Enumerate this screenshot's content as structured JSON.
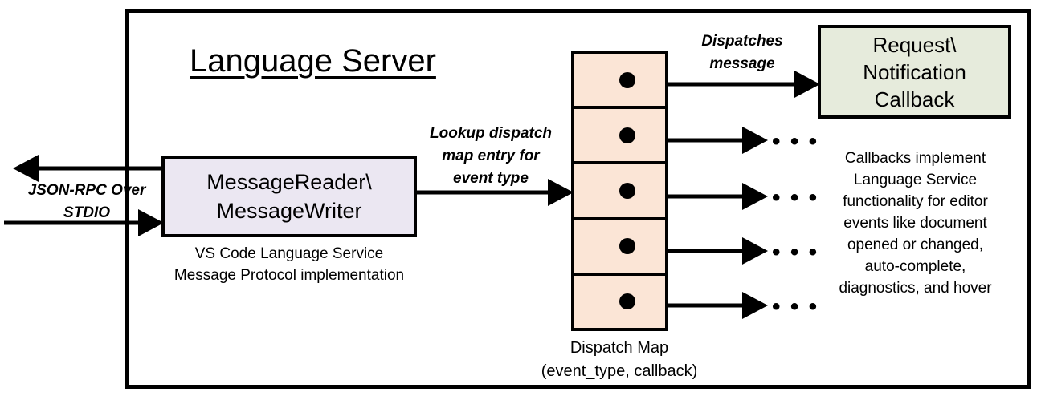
{
  "diagram": {
    "title": "Language Server",
    "external_io": {
      "label": "JSON-RPC\nOver STDIO",
      "outbound_arrow": "arrow-out-left",
      "inbound_arrow": "arrow-in-right"
    },
    "message_rw": {
      "label": "MessageReader\\\nMessageWriter",
      "caption": "VS Code Language Service\nMessage Protocol implementation",
      "fill": "#ebe7f2",
      "stroke": "#000000"
    },
    "lookup_label": "Lookup dispatch\nmap entry for\nevent type",
    "dispatch_map": {
      "caption": "Dispatch Map\n(event_type, callback)",
      "fill": "#fbe5d6",
      "stroke": "#000000",
      "row_count": 5,
      "rows": [
        {
          "index": 1,
          "target": "callback-box",
          "ellipsis": ""
        },
        {
          "index": 2,
          "target": "ellipsis",
          "ellipsis": "• • •"
        },
        {
          "index": 3,
          "target": "ellipsis",
          "ellipsis": "• • •"
        },
        {
          "index": 4,
          "target": "ellipsis",
          "ellipsis": "• • •"
        },
        {
          "index": 5,
          "target": "ellipsis",
          "ellipsis": "• • •"
        }
      ]
    },
    "dispatches_label": "Dispatches\nmessage",
    "callback": {
      "label": "Request\\\nNotification\nCallback",
      "description": "Callbacks implement\nLanguage Service\nfunctionality for editor\nevents like document\nopened or changed,\nauto-complete,\ndiagnostics, and hover",
      "fill": "#e6ebdc",
      "stroke": "#000000"
    },
    "colors": {
      "background": "#ffffff",
      "line": "#000000",
      "message_rw_fill": "#ebe7f2",
      "dispatch_map_fill": "#fbe5d6",
      "callback_fill": "#e6ebdc"
    }
  }
}
